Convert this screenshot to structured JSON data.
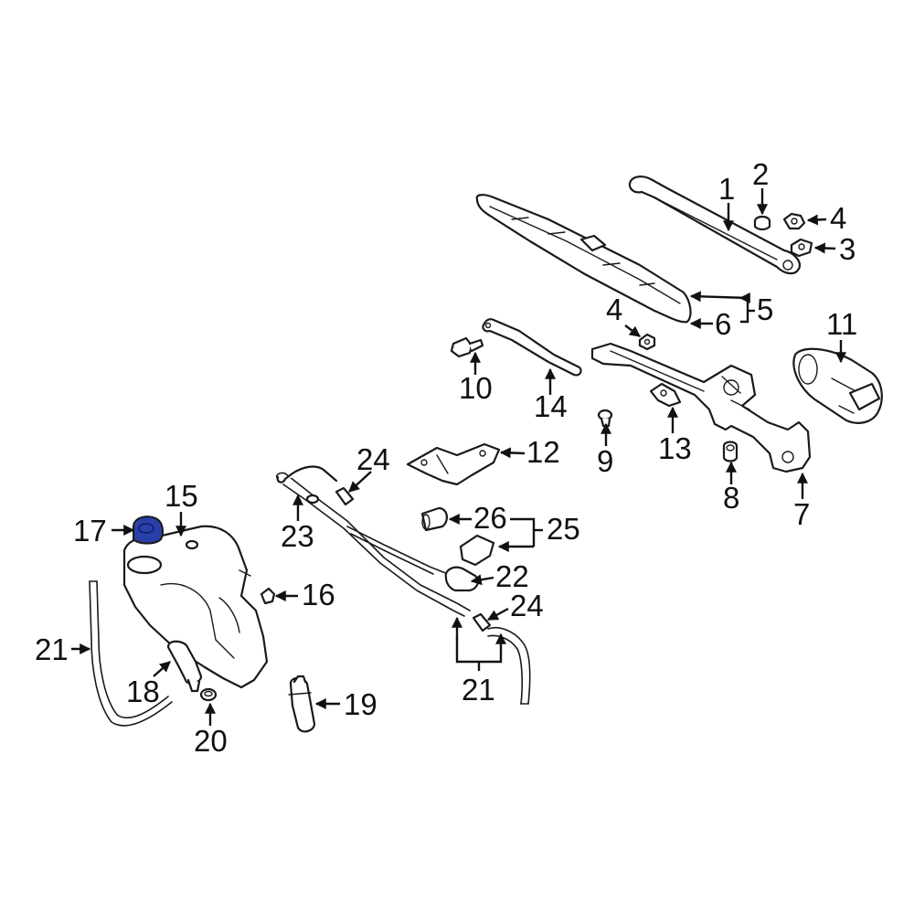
{
  "callouts": {
    "c1": "1",
    "c2": "2",
    "c3": "3",
    "c4a": "4",
    "c4b": "4",
    "c5": "5",
    "c6": "6",
    "c7": "7",
    "c8": "8",
    "c9": "9",
    "c10": "10",
    "c11": "11",
    "c12": "12",
    "c13": "13",
    "c14": "14",
    "c15": "15",
    "c16": "16",
    "c17": "17",
    "c18": "18",
    "c19": "19",
    "c20": "20",
    "c21a": "21",
    "c21b": "21",
    "c22": "22",
    "c23": "23",
    "c24a": "24",
    "c24b": "24",
    "c25": "25",
    "c26": "26"
  },
  "colors": {
    "line": "#1a1a1a",
    "highlight": "#2b3fa8",
    "background": "#ffffff"
  },
  "highlighted_part": "17"
}
